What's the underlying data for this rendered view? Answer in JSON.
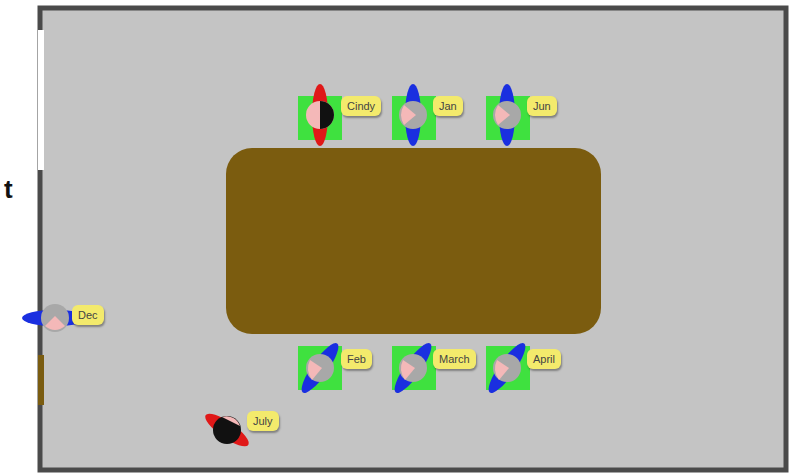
{
  "diagram": {
    "nodes": [
      {
        "text": [
          "Cindy"
        ]
      },
      {
        "text": [
          "Jan"
        ]
      },
      {
        "text": [
          "Jun"
        ]
      },
      {
        "text": [
          "Dec"
        ]
      },
      {
        "text": [
          "Feb"
        ]
      },
      {
        "text": [
          "March"
        ]
      },
      {
        "text": [
          "April"
        ]
      },
      {
        "text": [
          "July"
        ]
      }
    ],
    "labels": [
      "t"
    ]
  }
}
